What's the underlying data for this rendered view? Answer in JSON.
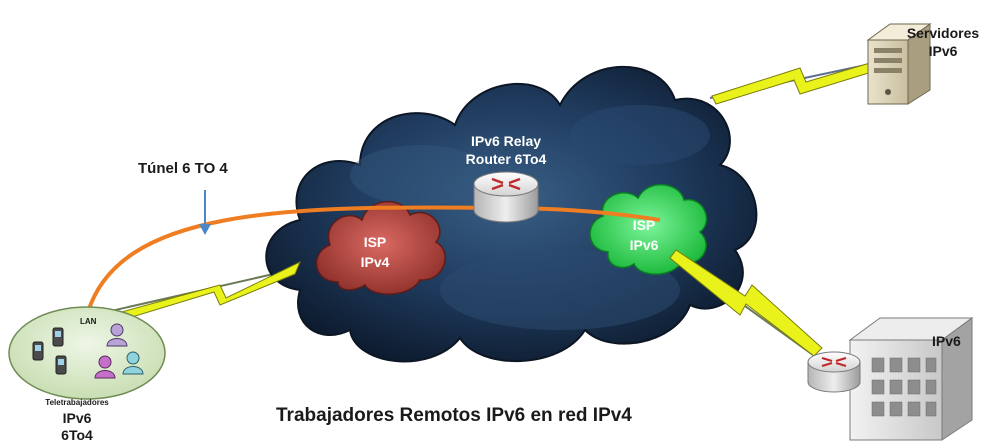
{
  "tunnel": {
    "label": "Túnel 6 TO 4"
  },
  "servers": {
    "line1": "Servidores",
    "line2": "IPv6"
  },
  "relay": {
    "line1": "IPv6 Relay",
    "line2": "Router 6To4"
  },
  "isp_ipv4": {
    "line1": "ISP",
    "line2": "IPv4"
  },
  "isp_ipv6": {
    "line1": "ISP",
    "line2": "IPv6"
  },
  "lan": {
    "label": "LAN",
    "group": "Teletrabajadores",
    "line1": "IPv6",
    "line2": "6To4"
  },
  "building": {
    "label": "IPv6"
  },
  "caption": "Trabajadores Remotos IPv6 en red IPv4",
  "colors": {
    "cloud": "#1d3a5e",
    "isp_ipv4": "#b9463f",
    "isp_ipv6": "#2fd34d",
    "tunnel": "#ef7d22",
    "arrow": "#4a86c8",
    "lightning": "#e9f21a",
    "lan": "#d6e8c4"
  }
}
